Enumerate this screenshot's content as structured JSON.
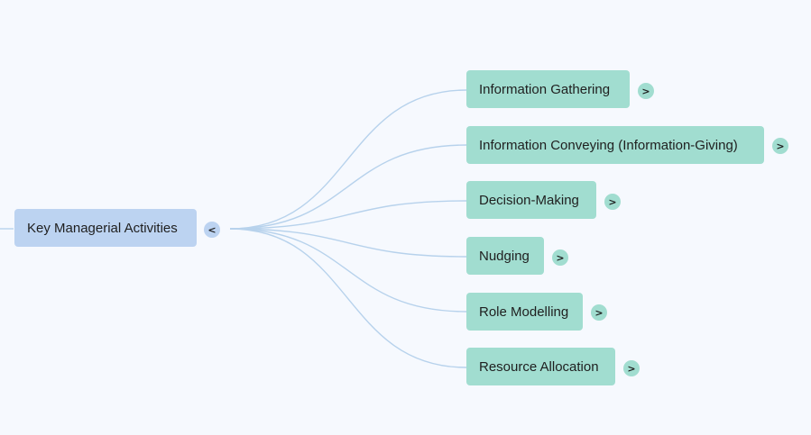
{
  "mindmap": {
    "root": {
      "label": "Key Managerial Activities",
      "toggle": "<"
    },
    "children": [
      {
        "label": "Information Gathering",
        "toggle": ">"
      },
      {
        "label": "Information Conveying (Information-Giving)",
        "toggle": ">"
      },
      {
        "label": "Decision-Making",
        "toggle": ">"
      },
      {
        "label": "Nudging",
        "toggle": ">"
      },
      {
        "label": "Role Modelling",
        "toggle": ">"
      },
      {
        "label": "Resource Allocation",
        "toggle": ">"
      }
    ]
  },
  "colors": {
    "background": "#f6f9fe",
    "root_fill": "#bcd3f1",
    "child_fill": "#a1ddd0",
    "link_stroke": "#b7d2ec"
  }
}
